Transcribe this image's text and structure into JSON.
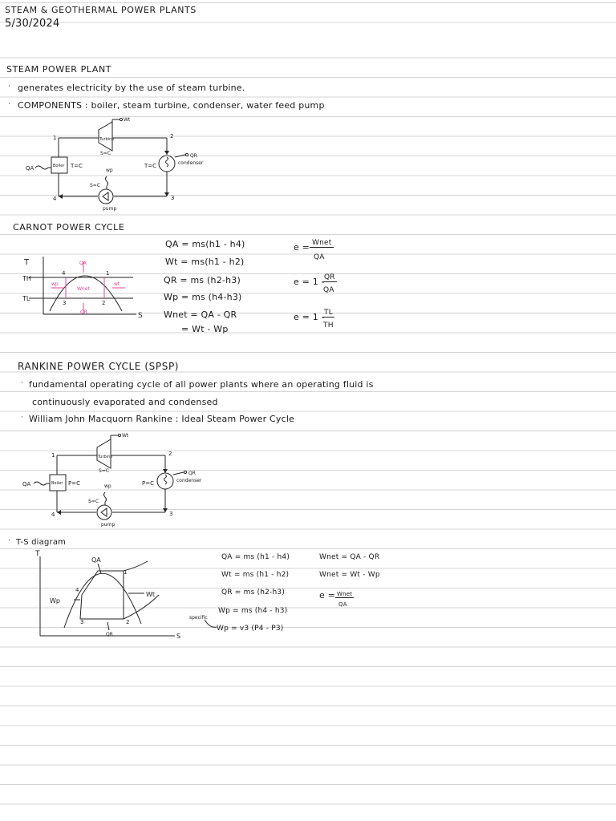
{
  "header": {
    "title": "STEAM & GEOTHERMAL POWER PLANTS",
    "date": "5/30/2024"
  },
  "steam": {
    "heading": "STEAM POWER PLANT",
    "bullet1": "generates electricity by the use of steam turbine.",
    "bullet2": "COMPONENTS : boiler, steam turbine, condenser, water feed pump",
    "diagram": {
      "n1": "1",
      "n2": "2",
      "n3": "3",
      "n4": "4",
      "wt": "Wt",
      "turbine": "Turbine",
      "s_turbine": "S=C",
      "qa": "QA",
      "boiler": "Boiler",
      "t_boiler": "T=C",
      "t_cond": "T=C",
      "qr": "QR",
      "condenser": "condenser",
      "wp": "wp",
      "s_pump": "S=C",
      "pump": "pump"
    }
  },
  "carnot": {
    "heading": "CARNOT POWER CYCLE",
    "plot": {
      "t": "T",
      "th": "TH",
      "tl": "TL",
      "s": "S",
      "p1": "1",
      "p2": "2",
      "p3": "3",
      "p4": "4",
      "qa": "QA",
      "wnet": "Wnet",
      "wt": "wt",
      "wp": "wp",
      "qr": "QR"
    },
    "eq1": "QA = ms(h1 - h4)",
    "eq2": "Wt = ms(h1 - h2)",
    "eq3": "QR = ms (h2-h3)",
    "eq4": "Wp = ms (h4-h3)",
    "eq5": "Wnet = QA - QR",
    "eq6": "= Wt - Wp",
    "eff1": {
      "lhs": "e =",
      "num": "Wnet",
      "den": "QA"
    },
    "eff2": {
      "lhs": "e = 1 -",
      "num": "QR",
      "den": "QA"
    },
    "eff3": {
      "lhs": "e = 1 -",
      "num": "TL",
      "den": "TH"
    }
  },
  "rankine": {
    "heading": "RANKINE POWER CYCLE (SPSP)",
    "bullet1": "fundamental operating cycle of all power plants where an operating fluid is",
    "bullet1b": "continuously evaporated and condensed",
    "bullet2": "William John Macquorn Rankine : Ideal Steam Power Cycle",
    "diagram": {
      "n1": "1",
      "n2": "2",
      "n3": "3",
      "n4": "4",
      "wt": "Wt",
      "turbine": "Turbine",
      "s_turbine": "S=C",
      "qa": "QA",
      "boiler": "Boiler",
      "p_boiler": "P=C",
      "p_cond": "P=C",
      "qr": "QR",
      "condenser": "condenser",
      "wp": "wp",
      "s_pump": "S=C",
      "pump": "pump"
    },
    "ts": {
      "label": "T-S diagram",
      "t": "T",
      "s": "S",
      "qa": "QA",
      "wp": "Wp",
      "wt": "Wt",
      "qr": "QR",
      "p1": "1",
      "p2": "2",
      "p3": "3",
      "p4": "4",
      "specific": "specific"
    },
    "eq1": "QA = ms (h1 - h4)",
    "eq2": "Wt = ms (h1 - h2)",
    "eq3": "QR = ms (h2-h3)",
    "eq4": "Wp = ms (h4 - h3)",
    "eq5": "Wp = v3 (P4 - P3)",
    "eq6": "Wnet = QA - QR",
    "eq7": "Wnet = Wt - Wp",
    "eff": {
      "lhs": "e =",
      "num": "Wnet",
      "den": "QA"
    }
  }
}
